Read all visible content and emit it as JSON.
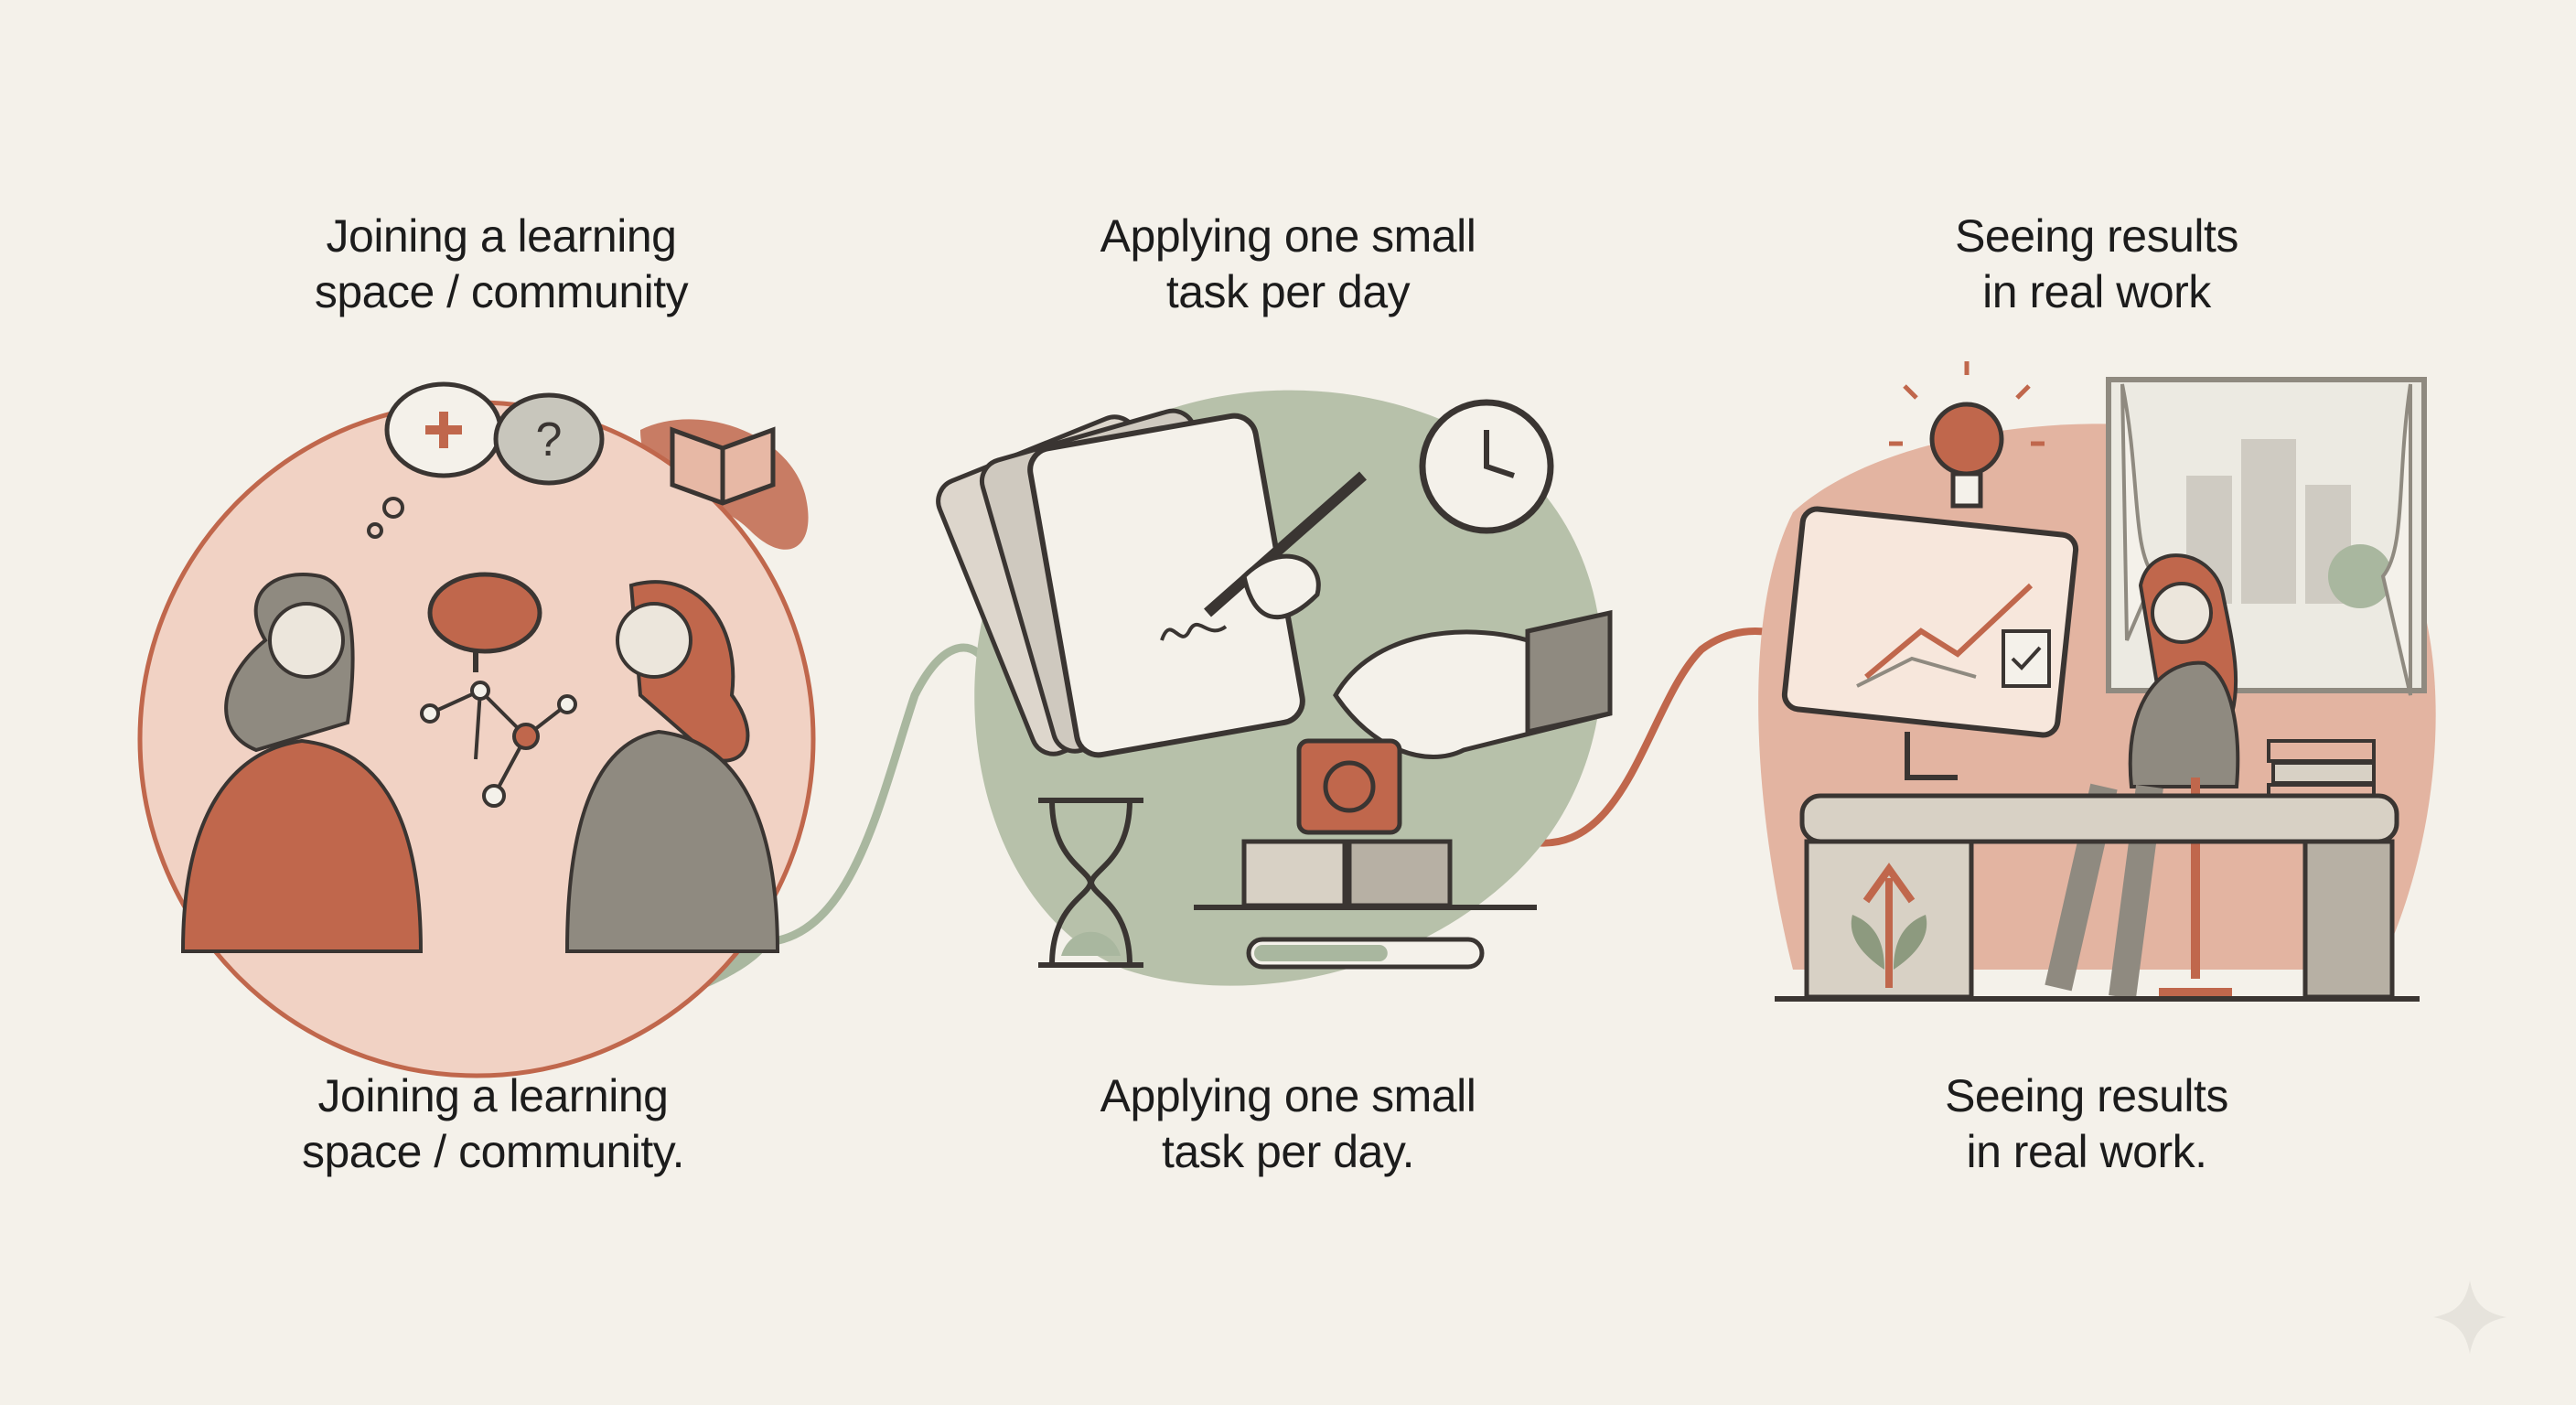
{
  "steps": [
    {
      "heading": [
        "Joining a learning",
        "space / community"
      ],
      "caption": [
        "Joining a learning",
        "space / community."
      ],
      "icons": [
        "speech-bubble-plus-icon",
        "speech-bubble-question-icon",
        "book-icon",
        "brain-icon",
        "network-icon",
        "person-icon"
      ]
    },
    {
      "heading": [
        "Applying one small",
        "task per day"
      ],
      "caption": [
        "Applying one small",
        "task per day."
      ],
      "icons": [
        "tablet-icon",
        "pen-hand-icon",
        "clock-icon",
        "hourglass-icon",
        "block-icon",
        "progress-bar"
      ],
      "progress_bar_fill": 0.6
    },
    {
      "heading": [
        "Seeing results",
        "in real work"
      ],
      "caption": [
        "Seeing results",
        "in real work."
      ],
      "icons": [
        "lightbulb-icon",
        "monitor-chart-icon",
        "window-icon",
        "person-at-desk-icon",
        "plant-arrow-icon",
        "books-icon"
      ]
    }
  ],
  "colors": {
    "background": "#f4f1ea",
    "terracotta": "#c0674c",
    "sage": "#a9b79f",
    "blush": "#f1d2c4",
    "ink": "#3a3532"
  }
}
